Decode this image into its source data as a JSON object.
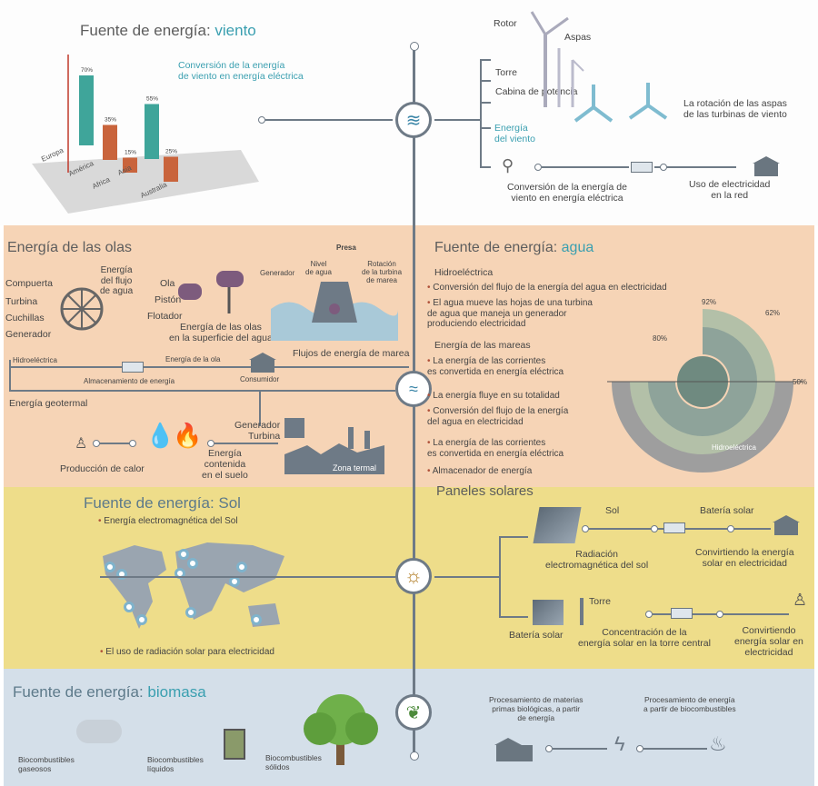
{
  "wind": {
    "title_a": "Fuente de energía: ",
    "title_b": "viento",
    "bullet": "Conversión de la energía\nde viento en energía eléctrica",
    "rotor": "Rotor",
    "aspas": "Aspas",
    "torre": "Torre",
    "cabina": "Cabina de potencia",
    "energia": "Energía\ndel viento",
    "rotacion": "La rotación de las aspas\nde las turbinas de viento",
    "conversion": "Conversión de la energía de\nviento en energía eléctrica",
    "uso": "Uso de electricidad\nen la red"
  },
  "chart_data": {
    "type": "bar",
    "categories": [
      "Europa",
      "América",
      "Africa",
      "Asia",
      "Australia"
    ],
    "values": [
      70,
      35,
      15,
      55,
      25
    ],
    "labels": [
      "70%",
      "35%",
      "15%",
      "55%",
      "25%"
    ]
  },
  "olas": {
    "title": "Energía de las olas",
    "compuerta": "Compuerta",
    "turbina": "Turbina",
    "cuchillas": "Cuchillas",
    "generador": "Generador",
    "flujo": "Energía\ndel flujo\nde agua",
    "ola": "Ola",
    "piston": "Pistón",
    "flotador": "Flotador",
    "superficie": "Energía de las olas\nen la superficie del agua",
    "presa": "Presa",
    "gen2": "Generador",
    "nivel": "Nivel\nde agua",
    "rot": "Rotación\nde la turbina\nde marea",
    "marea": "Flujos de energía de marea",
    "hidro": "Hidroeléctrica",
    "alm": "Almacenamiento de energía",
    "eola": "Energía de la ola",
    "cons": "Consumidor",
    "geo": "Energía geotermal",
    "calor": "Producción de calor",
    "suelo": "Energía\ncontenida\nen el suelo",
    "gt": "Generador\nTurbina",
    "zona": "Zona termal"
  },
  "agua": {
    "title_a": "Fuente de energía: ",
    "title_b": "agua",
    "hidro": "Hidroeléctrica",
    "b1": "Conversión del flujo de la energía del agua en electricidad",
    "b2": "El agua mueve las hojas de una turbina\nde agua que maneja un generador\nproduciendo electricidad",
    "mareas": "Energía de las mareas",
    "b3": "La energía de las corrientes\nes convertida en energía eléctrica",
    "b4": "La energía fluye en su totalidad",
    "b5": "Conversión del flujo de la energía\ndel agua en electricidad",
    "b6": "La energía de las corrientes\nes convertida en energía eléctrica",
    "b7": "Almacenador de energía",
    "p1": "92%",
    "p2": "62%",
    "p3": "80%",
    "p4": "50%",
    "ring": "Hidroeléctrica"
  },
  "sol": {
    "title": "Fuente de energía: Sol",
    "b1": "Energía electromagnética del Sol",
    "b2": "El uso de radiación solar para electricidad",
    "paneles": "Paneles solares",
    "sol": "Sol",
    "bateria": "Batería solar",
    "radiacion": "Radiación\nelectromagnética del sol",
    "conv1": "Convirtiendo la energía\nsolar en electricidad",
    "torre": "Torre",
    "bat2": "Batería solar",
    "conc": "Concentración de la\nenergía solar en la torre central",
    "conv2": "Convirtiendo\nenergía solar en\nelectricidad"
  },
  "bio": {
    "title_a": "Fuente de energía: ",
    "title_b": "biomasa",
    "gas": "Biocombustibles\ngaseosos",
    "liq": "Biocombustibles\nlíquidos",
    "sol": "Biocombustibles\nsólidos",
    "proc1": "Procesamiento de materias\nprimas biológicas, a partir\nde energía",
    "proc2": "Procesamiento de energía\na partir de biocombustibles"
  },
  "colors": {
    "accent": "#3a9fb0",
    "wind_bar": "#3fa59a",
    "bar_orange": "#c9643c"
  }
}
